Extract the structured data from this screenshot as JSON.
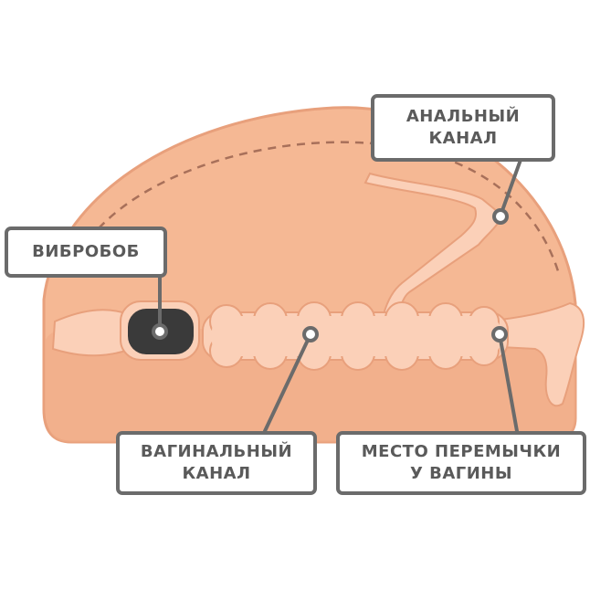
{
  "labels": {
    "vibrobob": {
      "lines": [
        "ВИБРОБОБ"
      ]
    },
    "anal": {
      "lines": [
        "АНАЛЬНЫЙ",
        "КАНАЛ"
      ]
    },
    "vaginal": {
      "lines": [
        "ВАГИНАЛЬНЫЙ",
        "КАНАЛ"
      ]
    },
    "bridge": {
      "lines": [
        "МЕСТО ПЕРЕМЫЧКИ",
        "У ВАГИНЫ"
      ]
    }
  },
  "colors": {
    "body": "#f5b894",
    "body_outline": "#e8a07c",
    "bottom_shade": "#efac87",
    "channel": "#fbd0b8",
    "bullet": "#3a3a3a",
    "line": "#6b6b6b",
    "dashed": "#a8705a"
  }
}
